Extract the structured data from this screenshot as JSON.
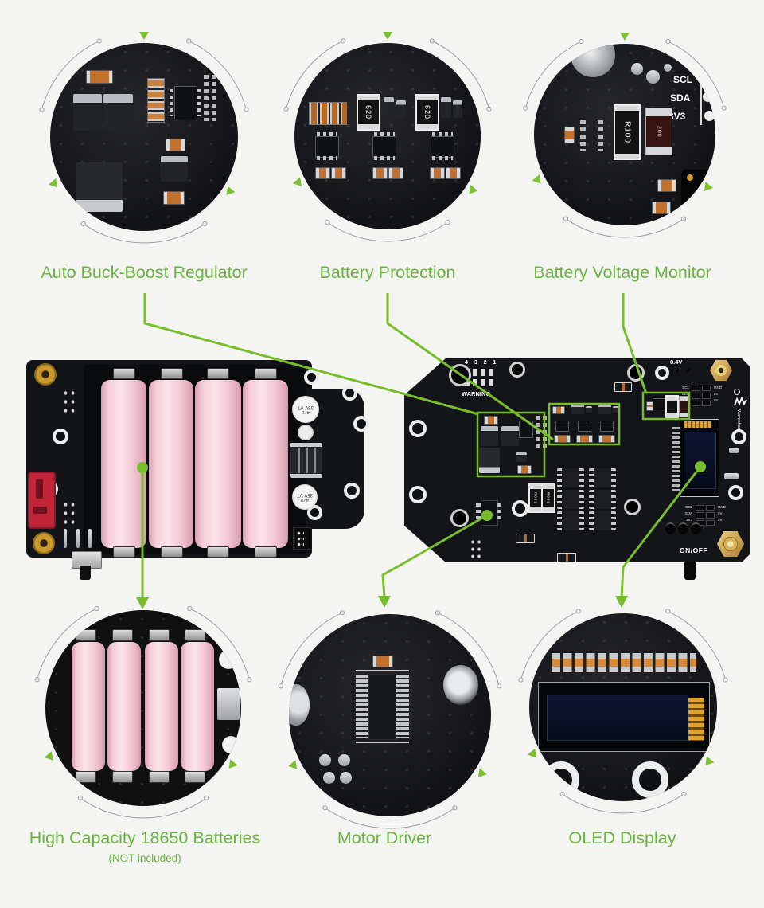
{
  "colors": {
    "accent_text": "#6ab43e",
    "accent_line": "#78bd2c",
    "board_dark": "#17181b",
    "battery_pink": "#f5ccd8"
  },
  "callouts_top": [
    {
      "label": "Auto Buck-Boost Regulator"
    },
    {
      "label": "Battery Protection"
    },
    {
      "label": "Battery Voltage Monitor"
    }
  ],
  "callouts_bottom": [
    {
      "label": "High Capacity 18650 Batteries",
      "note": "(NOT included)"
    },
    {
      "label": "Motor Driver"
    },
    {
      "label": "OLED Display"
    }
  ],
  "front_board": {
    "capacitor_top": "470 35V VT",
    "capacitor_bottom": "470 35V VT"
  },
  "back_board": {
    "level_numbers": "4 3 2 1",
    "warning": "WARNING",
    "voltage": "8.4V",
    "brand": "Waveshare",
    "on_off": "ON/OFF",
    "header_top_left": [
      "SCL",
      "SDA",
      "3V3"
    ],
    "header_top_right": [
      "GND",
      "5V",
      "5V"
    ],
    "header_bottom_left": [
      "SCL",
      "SDA",
      "3V3"
    ],
    "header_bottom_right": [
      "GND",
      "5V",
      "5V"
    ],
    "sense_resistors": [
      "R001",
      "R001"
    ]
  },
  "zoom_details": {
    "voltage_monitor": {
      "silk_labels": [
        "SCL",
        "SDA",
        "3V3"
      ],
      "shunt": "R100",
      "cap": "200"
    },
    "battery_protection": {
      "resistors": [
        "620",
        "620"
      ]
    }
  }
}
